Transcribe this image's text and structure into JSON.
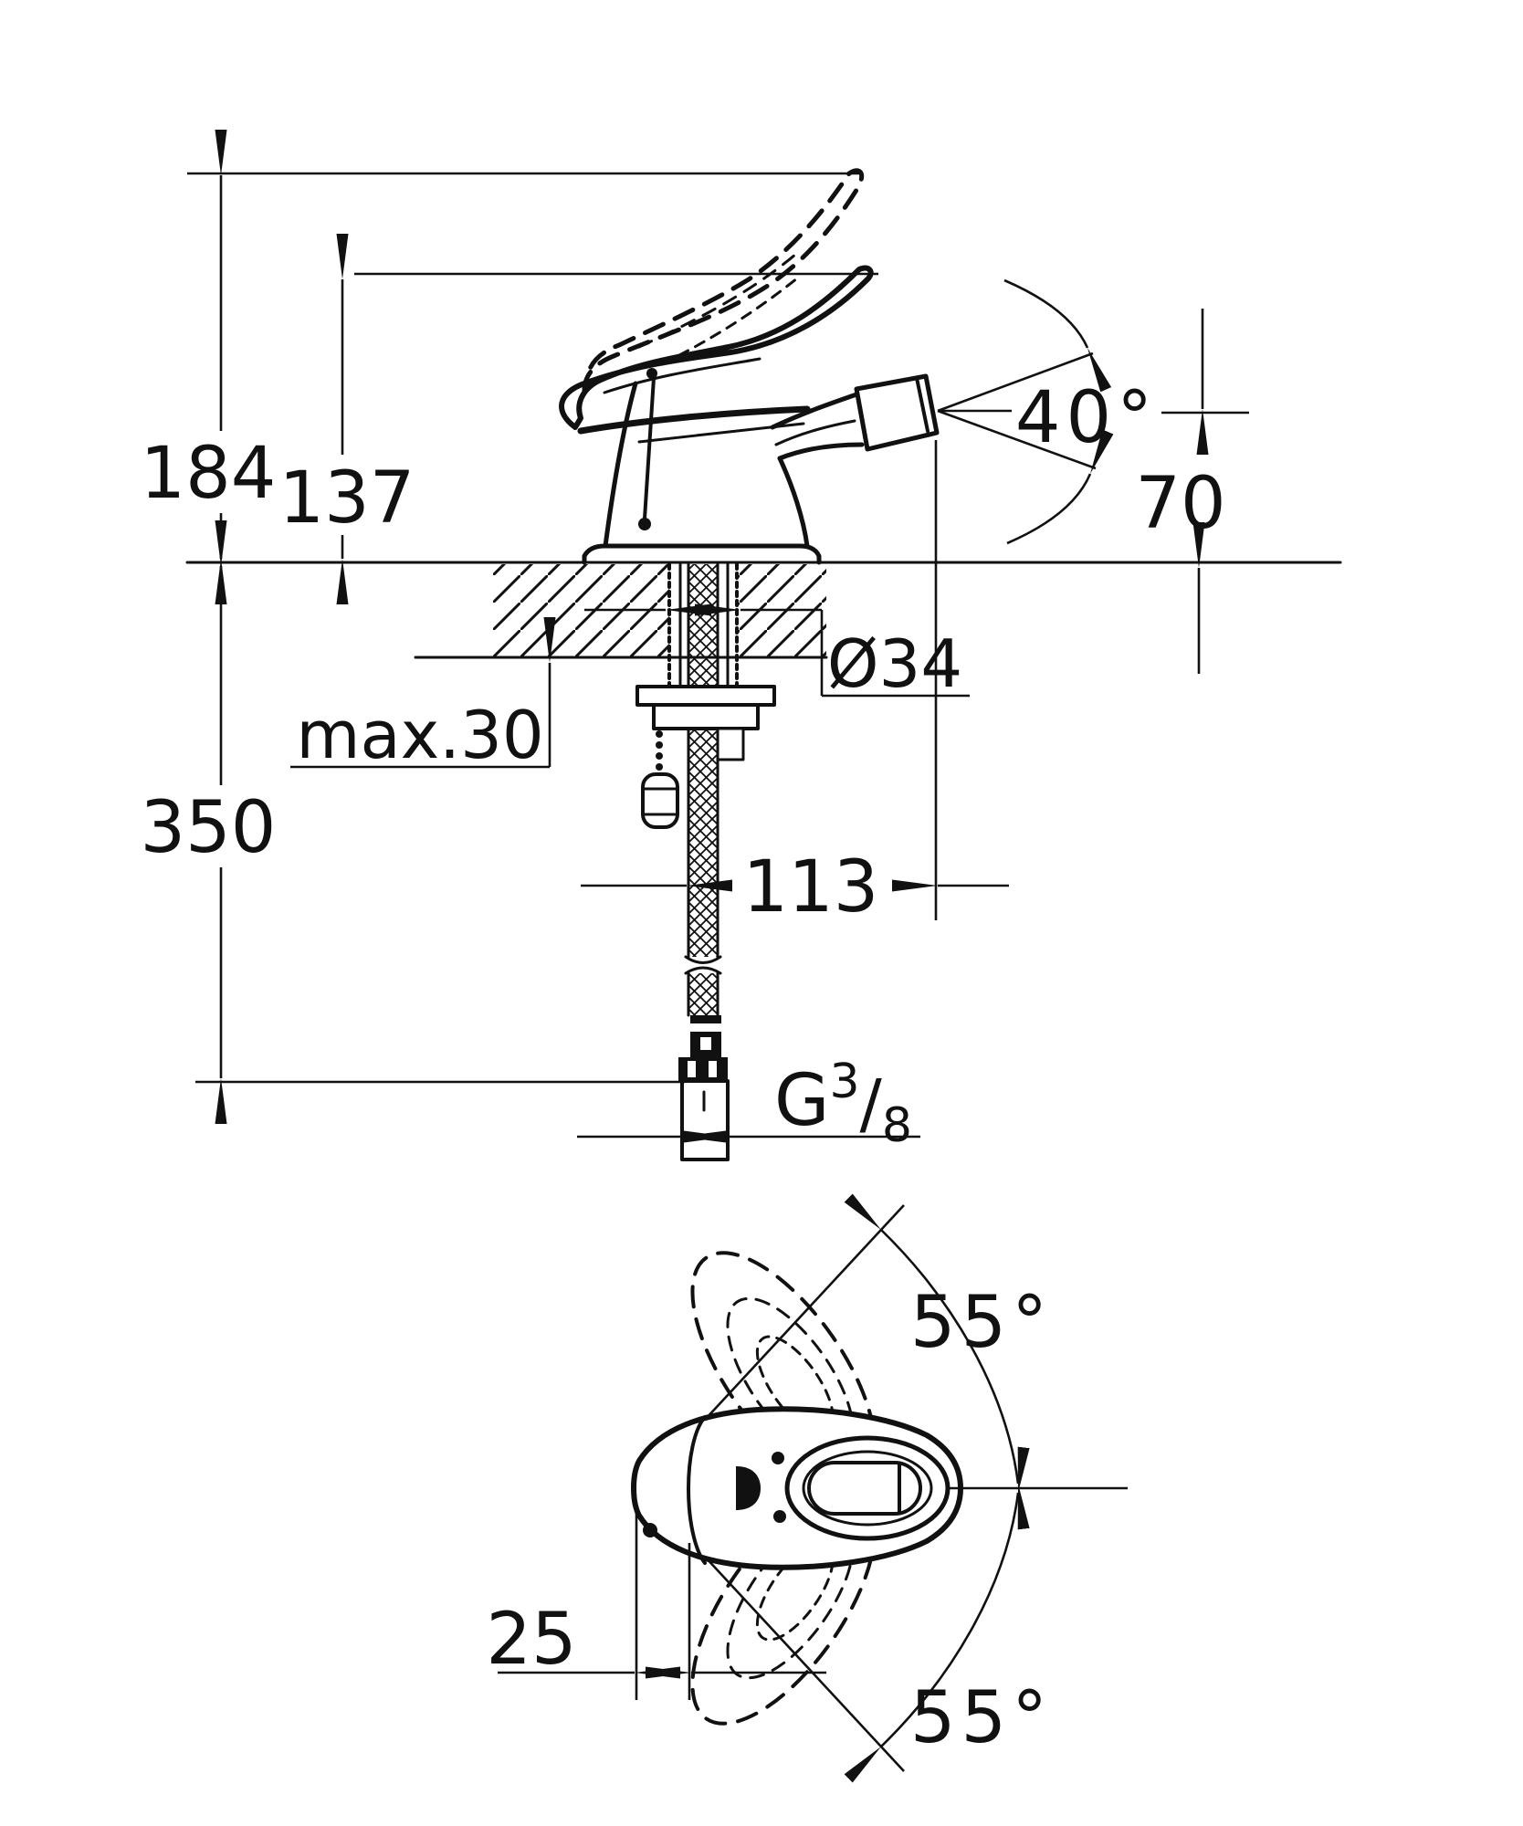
{
  "drawing": {
    "background": "#ffffff",
    "line_color": "#111111",
    "dimensions": {
      "overall_height": "184",
      "spout_tip_height": "137",
      "spray_angle": "40°",
      "outlet_height": "70",
      "hole_diameter": "Ø34",
      "deck_thickness": "max.30",
      "hose_length": "350",
      "projection": "113",
      "thread": [
        "G",
        "3",
        "/",
        "8"
      ],
      "handle_swivel_up": "55°",
      "handle_swivel_down": "55°",
      "handle_offset": "25"
    }
  }
}
